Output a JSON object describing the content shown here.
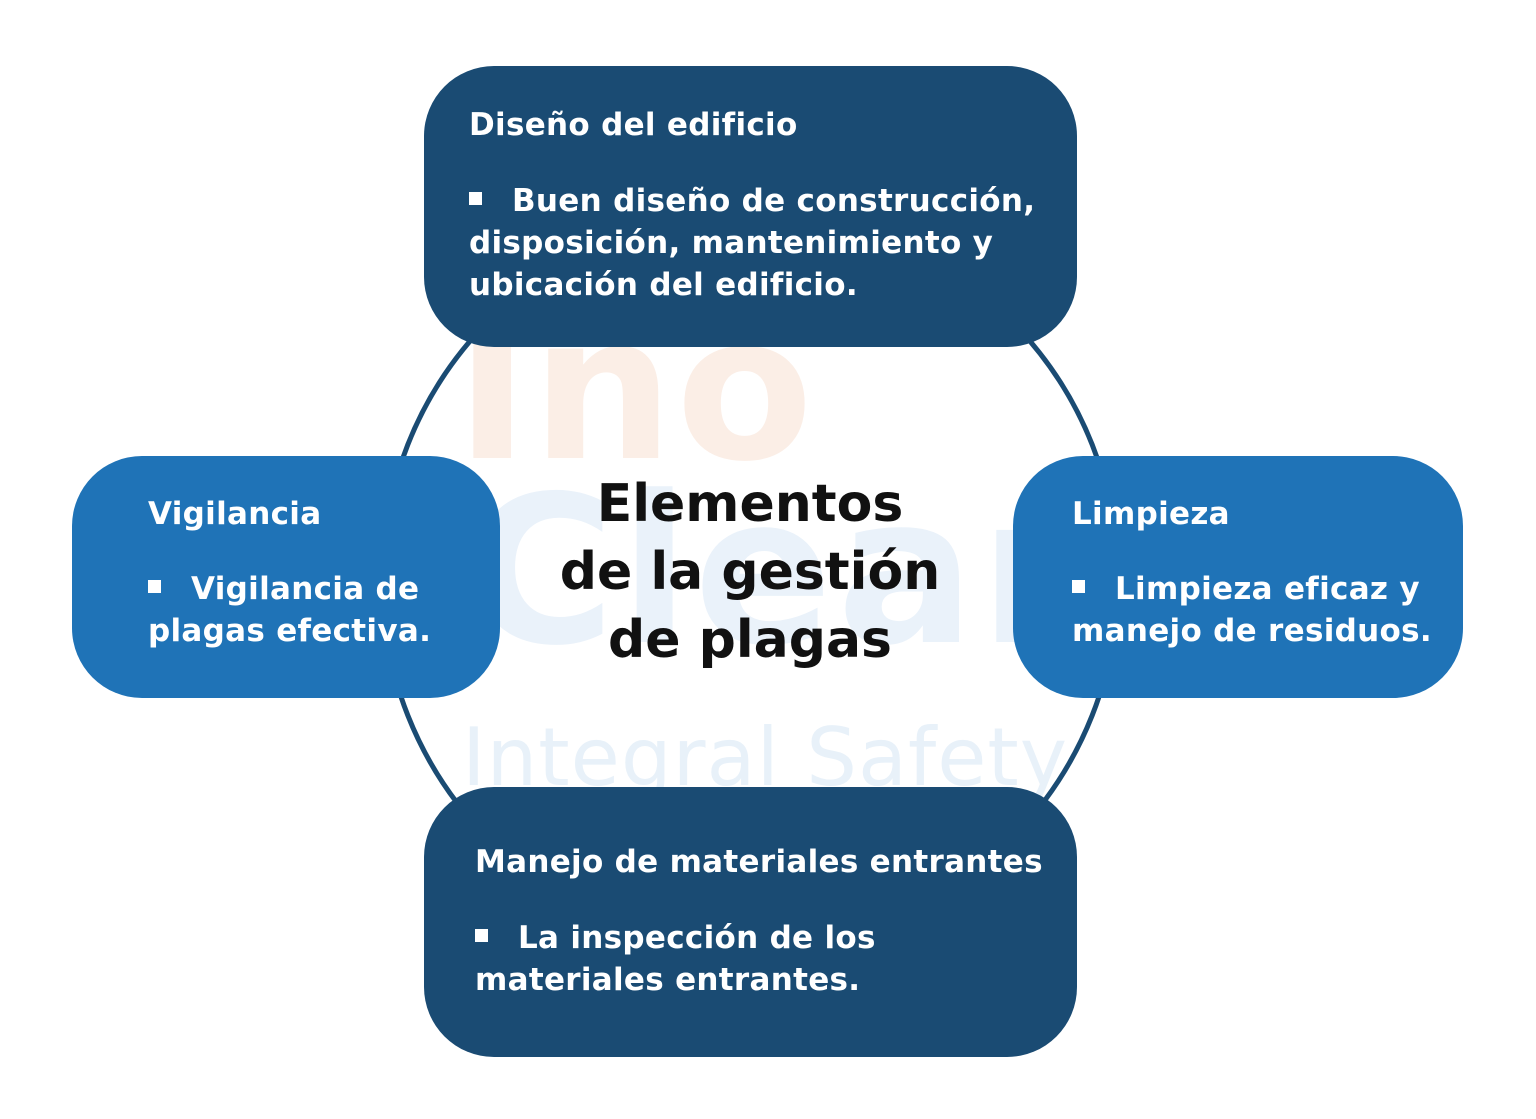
{
  "center": {
    "title": "Elementos\nde la gestión\nde plagas"
  },
  "nodes": {
    "top": {
      "title": "Diseño del edificio",
      "body": "Buen diseño de construcción, disposición, mantenimiento y ubicación del edificio."
    },
    "left": {
      "title": "Vigilancia",
      "body": "Vigilancia de plagas efectiva."
    },
    "right": {
      "title": "Limpieza",
      "body": "Limpieza eficaz y manejo de residuos."
    },
    "bottom": {
      "title": "Manejo de materiales entrantes",
      "body": "La inspección de los materiales entrantes."
    }
  },
  "watermark": {
    "line1": "Ino",
    "line2": "Clean",
    "line3": "Integral Safety"
  },
  "colors": {
    "dark_node": "#1a4b73",
    "light_node": "#1f73b7",
    "ring": "#1a4b73",
    "center_text": "#111111"
  }
}
